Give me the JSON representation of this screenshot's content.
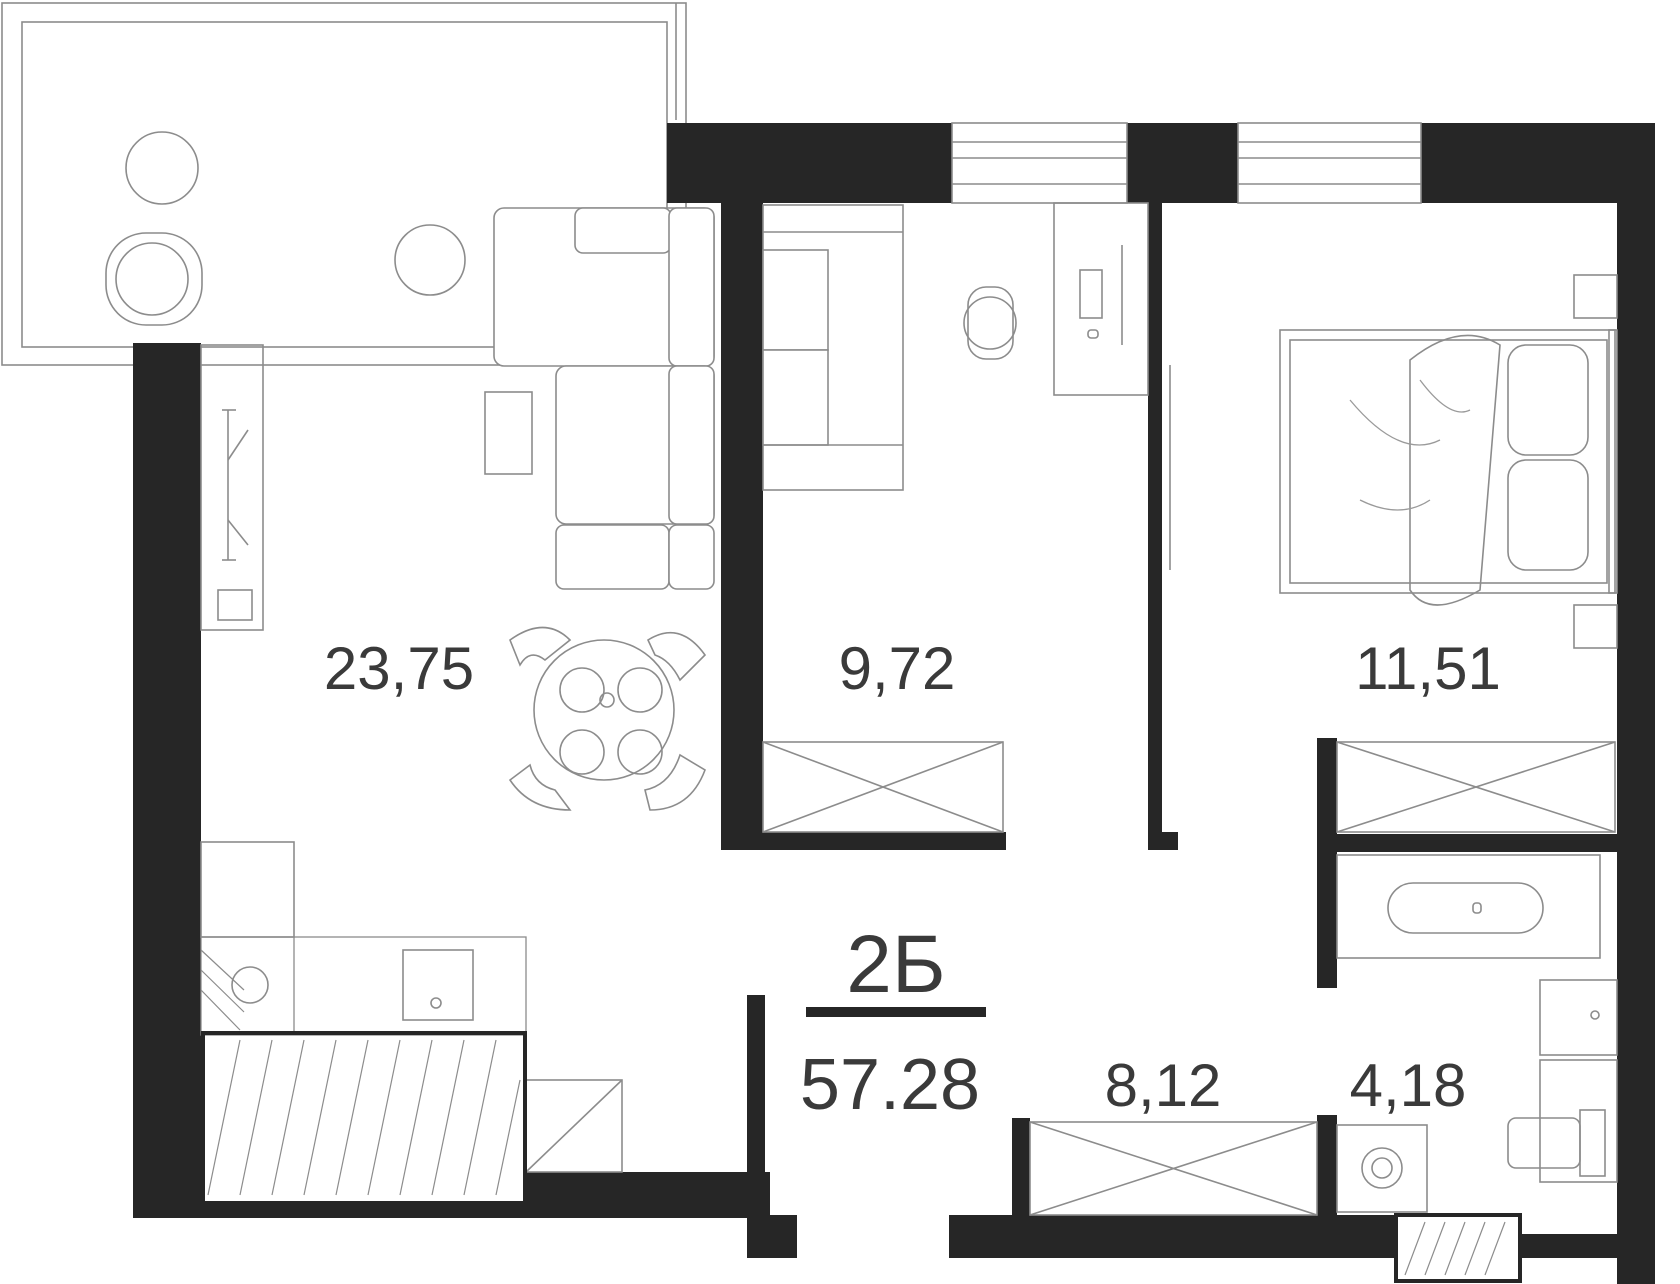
{
  "apartment": {
    "type": "2Б",
    "total_area": "57.28"
  },
  "rooms": [
    {
      "area": "23,75"
    },
    {
      "area": "9,72"
    },
    {
      "area": "11,51"
    },
    {
      "area": "8,12"
    },
    {
      "area": "4,18"
    }
  ],
  "colors": {
    "wall": "#262626",
    "furniture_line": "#8c8c8c",
    "label": "#3a3a3a",
    "background": "#ffffff"
  }
}
